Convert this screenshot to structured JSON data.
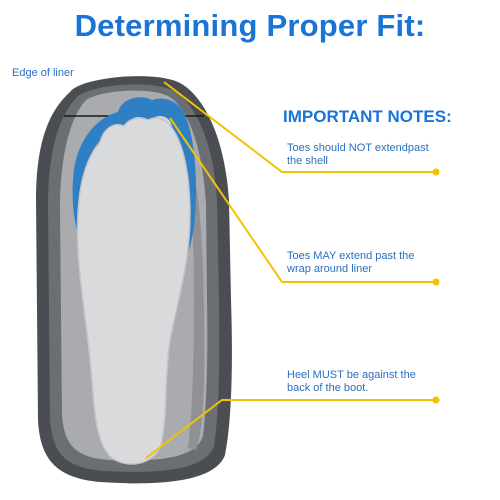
{
  "title": "Determining Proper Fit:",
  "edge_label": "Edge of liner",
  "notes_heading": "IMPORTANT NOTES:",
  "notes": [
    {
      "line1": "Toes should NOT extendpast",
      "line2": "the shell"
    },
    {
      "line1": "Toes MAY extend past the",
      "line2": "wrap around liner"
    },
    {
      "line1": "Heel MUST be against the",
      "line2": "back of the boot."
    }
  ],
  "colors": {
    "title_blue": "#1a73d6",
    "text_blue": "#2a6fc0",
    "leader_yellow": "#f2c300",
    "shell_dark": "#4a4d52",
    "liner_gray": "#a9abae",
    "insole_blue": "#2f7fc4",
    "sole_light": "#d9dadc"
  }
}
